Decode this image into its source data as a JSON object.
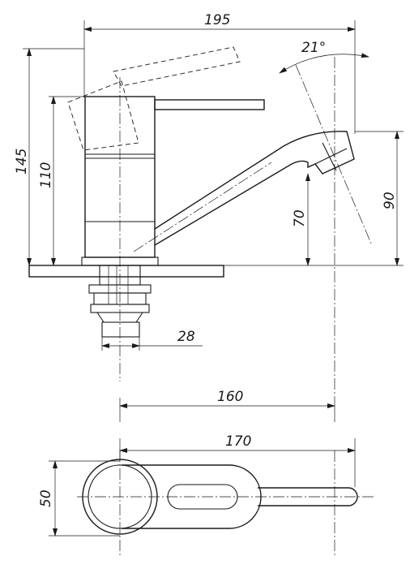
{
  "dimensions": {
    "overall_width": "195",
    "spout_angle": "21°",
    "overall_height": "145",
    "body_height": "110",
    "spout_outlet_height": "70",
    "spout_tip_height": "90",
    "shank_diameter": "28",
    "centers_distance": "160",
    "plan_length": "170",
    "plan_width": "50"
  },
  "colors": {
    "line": "#1a1a1a",
    "background": "#ffffff"
  }
}
